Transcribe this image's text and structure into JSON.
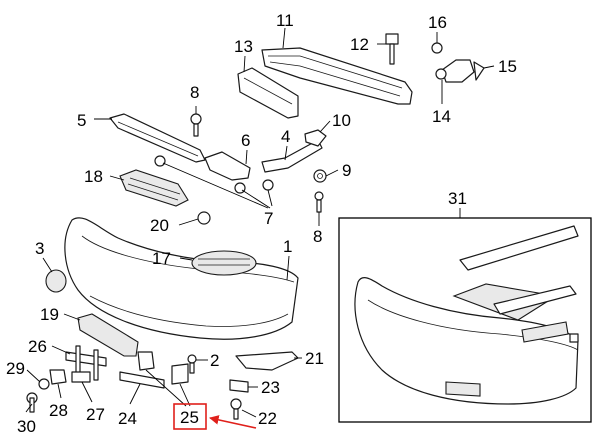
{
  "callouts": {
    "c1": "1",
    "c2": "2",
    "c3": "3",
    "c4": "4",
    "c5": "5",
    "c6": "6",
    "c7": "7",
    "c8a": "8",
    "c8b": "8",
    "c9": "9",
    "c10": "10",
    "c11": "11",
    "c12": "12",
    "c13": "13",
    "c14": "14",
    "c15": "15",
    "c16": "16",
    "c17": "17",
    "c18": "18",
    "c19": "19",
    "c20": "20",
    "c21": "21",
    "c22": "22",
    "c23": "23",
    "c24": "24",
    "c25": "25",
    "c26": "26",
    "c27": "27",
    "c28": "28",
    "c29": "29",
    "c30": "30",
    "c31": "31"
  },
  "highlight": {
    "callout": "25",
    "box_color": "#e0201b",
    "arrow_color": "#e0201b"
  },
  "colors": {
    "line": "#1a1a1a",
    "paper": "#ffffff"
  }
}
